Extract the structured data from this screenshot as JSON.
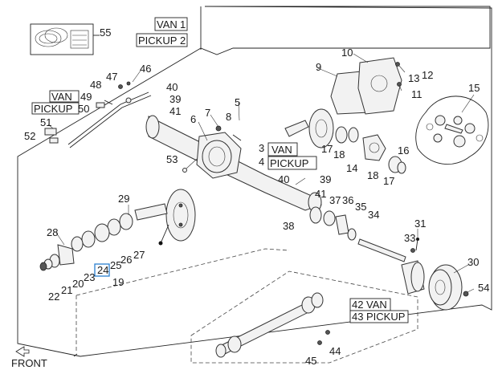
{
  "labels": {
    "van_1": "VAN",
    "van_1_num": "1",
    "pickup_2": "PICKUP",
    "pickup_2_num": "2",
    "van_3": "VAN",
    "van_3_num": "3",
    "pickup_4": "PICKUP",
    "pickup_4_num": "4",
    "van_49": "VAN",
    "van_49_num": "49",
    "pickup_50": "PICKUP",
    "pickup_50_num": "50",
    "van_42": "VAN",
    "van_42_num": "42",
    "pickup_43": "PICKUP",
    "pickup_43_num": "43",
    "front": "FRONT"
  },
  "callouts": {
    "n5": "5",
    "n6": "6",
    "n7": "7",
    "n8": "8",
    "n9": "9",
    "n10": "10",
    "n11": "11",
    "n12": "12",
    "n13": "13",
    "n14": "14",
    "n15": "15",
    "n16": "16",
    "n17a": "17",
    "n17b": "17",
    "n18a": "18",
    "n18b": "18",
    "n19": "19",
    "n20": "20",
    "n21": "21",
    "n22": "22",
    "n23": "23",
    "n24": "24",
    "n25": "25",
    "n26": "26",
    "n27": "27",
    "n28": "28",
    "n29": "29",
    "n30": "30",
    "n31": "31",
    "n33": "33",
    "n34": "34",
    "n35": "35",
    "n36": "36",
    "n37": "37",
    "n38": "38",
    "n39a": "39",
    "n39b": "39",
    "n40a": "40",
    "n40b": "40",
    "n41a": "41",
    "n41b": "41",
    "n44": "44",
    "n45": "45",
    "n46": "46",
    "n47": "47",
    "n48": "48",
    "n51": "51",
    "n52": "52",
    "n53": "53",
    "n54": "54",
    "n55": "55"
  },
  "highlighted_callout": "24"
}
